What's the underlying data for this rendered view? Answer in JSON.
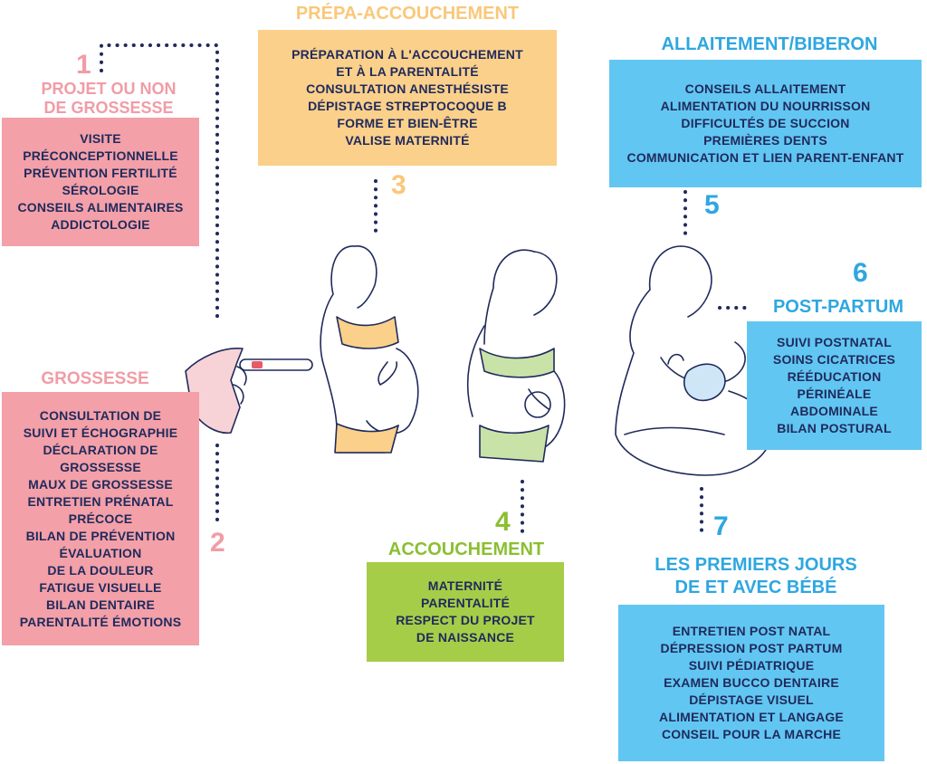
{
  "colors": {
    "pink_title": "#f19ca6",
    "pink_box": "#f3a0a8",
    "orange_title": "#f9c87a",
    "orange_box": "#fbd08a",
    "blue_title": "#2ea7e0",
    "blue_box": "#62c6f2",
    "green_title": "#8bbf32",
    "green_box": "#a6cd47",
    "text": "#1f2a5c"
  },
  "steps": {
    "s1": {
      "number": "1",
      "title_lines": [
        "PROJET OU NON",
        "DE GROSSESSE"
      ],
      "items": [
        "VISITE",
        "PRÉCONCEPTIONNELLE",
        "PRÉVENTION FERTILITÉ",
        "SÉROLOGIE",
        "CONSEILS ALIMENTAIRES",
        "ADDICTOLOGIE"
      ]
    },
    "s2": {
      "number": "2",
      "title_lines": [
        "GROSSESSE"
      ],
      "items": [
        "CONSULTATION DE",
        "SUIVI ET ÉCHOGRAPHIE",
        "DÉCLARATION DE",
        "GROSSESSE",
        "MAUX DE GROSSESSE",
        "ENTRETIEN PRÉNATAL",
        "PRÉCOCE",
        "BILAN DE PRÉVENTION",
        "ÉVALUATION",
        "DE LA DOULEUR",
        "FATIGUE VISUELLE",
        "BILAN DENTAIRE",
        "PARENTALITÉ ÉMOTIONS"
      ]
    },
    "s3": {
      "number": "3",
      "title_lines": [
        "PRÉPA-ACCOUCHEMENT"
      ],
      "items": [
        "PRÉPARATION À L'ACCOUCHEMENT",
        "ET À LA PARENTALITÉ",
        "CONSULTATION ANESTHÉSISTE",
        "DÉPISTAGE STREPTOCOQUE B",
        "FORME ET BIEN-ÊTRE",
        "VALISE MATERNITÉ"
      ]
    },
    "s4": {
      "number": "4",
      "title_lines": [
        "ACCOUCHEMENT"
      ],
      "items": [
        "MATERNITÉ",
        "PARENTALITÉ",
        "RESPECT DU PROJET",
        "DE NAISSANCE"
      ]
    },
    "s5": {
      "number": "5",
      "title_lines": [
        "ALLAITEMENT/BIBERON"
      ],
      "items": [
        "CONSEILS ALLAITEMENT",
        "ALIMENTATION DU NOURRISSON",
        "DIFFICULTÉS DE SUCCION",
        "PREMIÈRES DENTS",
        "COMMUNICATION ET LIEN PARENT-ENFANT"
      ]
    },
    "s6": {
      "number": "6",
      "title_lines": [
        "POST-PARTUM"
      ],
      "items": [
        "SUIVI POSTNATAL",
        "SOINS CICATRICES",
        "RÉÉDUCATION",
        "PÉRINÉALE",
        "ABDOMINALE",
        "BILAN POSTURAL"
      ]
    },
    "s7": {
      "number": "7",
      "title_lines": [
        "LES PREMIERS JOURS",
        "DE ET AVEC BÉBÉ"
      ],
      "items": [
        "ENTRETIEN POST NATAL",
        "DÉPRESSION POST PARTUM",
        "SUIVI PÉDIATRIQUE",
        "EXAMEN BUCCO DENTAIRE",
        "DÉPISTAGE VISUEL",
        "ALIMENTATION ET LANGAGE",
        "CONSEIL POUR LA MARCHE"
      ]
    }
  }
}
